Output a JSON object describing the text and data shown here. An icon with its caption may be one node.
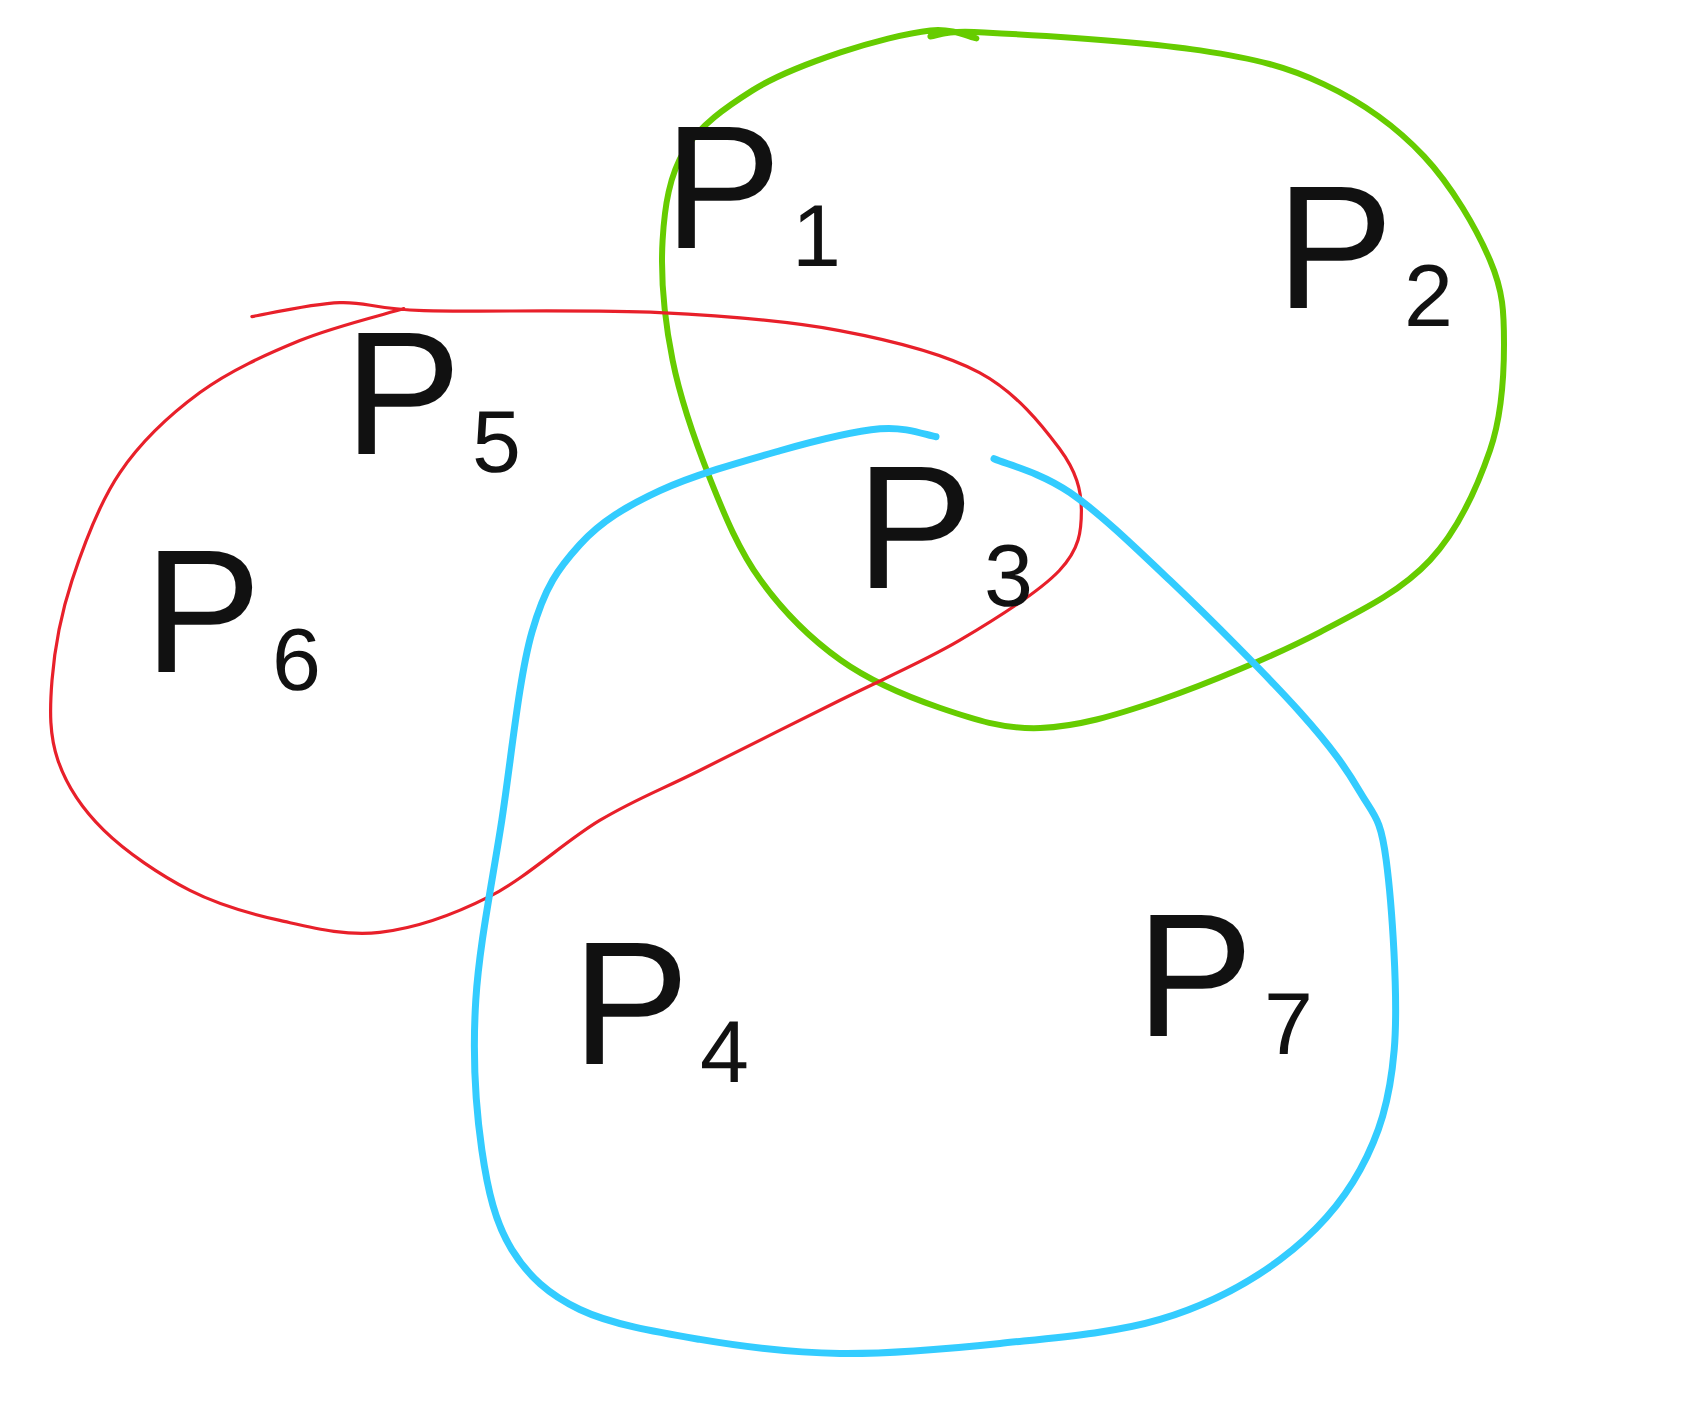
{
  "diagram": {
    "nodes": [
      {
        "text": [
          "P$_{1}$",
          "P$_{2}$"
        ]
      },
      {
        "text": [
          "P$_{5}$",
          "P$_{6}$"
        ]
      },
      {
        "text": [
          "P$_{4}$",
          "P$_{7}$"
        ]
      }
    ],
    "labels": [
      "P$_{3}$"
    ]
  }
}
